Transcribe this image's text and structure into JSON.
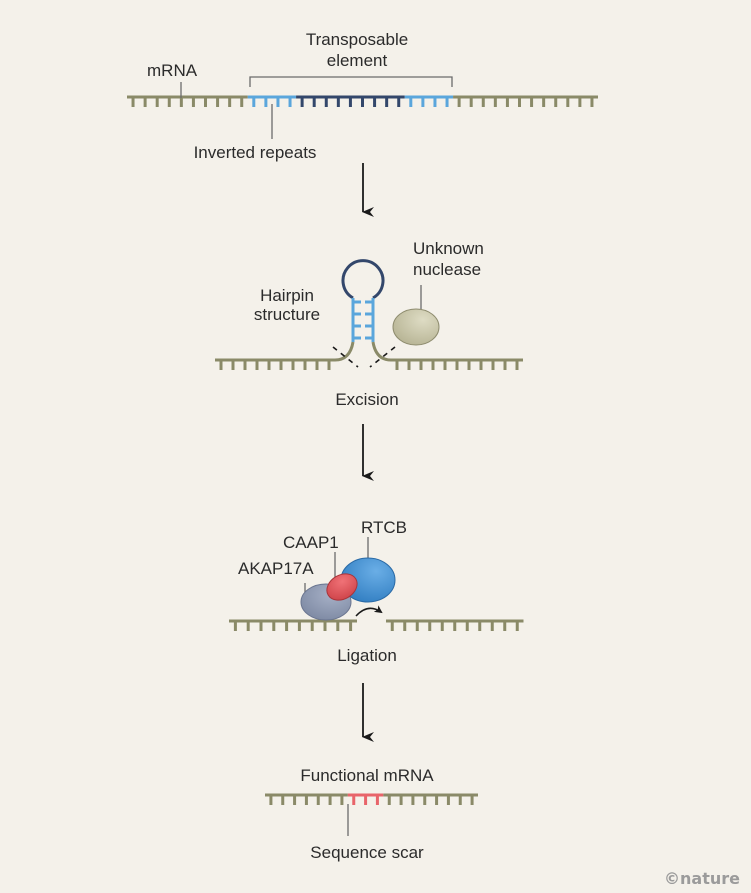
{
  "colors": {
    "background": "#f4f1ea",
    "strand": "#8a8a68",
    "inverted_repeat": "#5aa6dc",
    "transposon_core": "#33476b",
    "scar": "#e8646a",
    "leader_line": "#6b6b6b",
    "arrow": "#1a1a1a",
    "text": "#2b2b2b",
    "nuclease": "#c9c7a8",
    "akap17a": "#8d98b0",
    "caap1": "#de4f55",
    "rtcb": "#3f8fd4",
    "credit": "#9b9b9b"
  },
  "step1": {
    "mrna_label": "mRNA",
    "transposon_label_line1": "Transposable",
    "transposon_label_line2": "element",
    "inverted_repeats_label": "Inverted repeats",
    "segments": [
      {
        "type": "mrna",
        "ticks": 10
      },
      {
        "type": "inverted_repeat",
        "ticks": 4
      },
      {
        "type": "transposon_core",
        "ticks": 9
      },
      {
        "type": "inverted_repeat",
        "ticks": 4
      },
      {
        "type": "mrna",
        "ticks": 12
      }
    ]
  },
  "step2": {
    "hairpin_label_line1": "Hairpin",
    "hairpin_label_line2": "structure",
    "nuclease_label_line1": "Unknown",
    "nuclease_label_line2": "nuclease",
    "caption": "Excision",
    "hairpin_base_pairs": 4,
    "left_ticks": 10,
    "right_ticks": 11
  },
  "step3": {
    "rtcb_label": "RTCB",
    "caap1_label": "CAAP1",
    "akap17a_label": "AKAP17A",
    "caption": "Ligation",
    "left_ticks": 10,
    "right_ticks": 11
  },
  "step4": {
    "title": "Functional mRNA",
    "scar_label": "Sequence scar",
    "left_ticks": 7,
    "scar_ticks": 3,
    "right_ticks": 8
  },
  "credit": "©nature"
}
